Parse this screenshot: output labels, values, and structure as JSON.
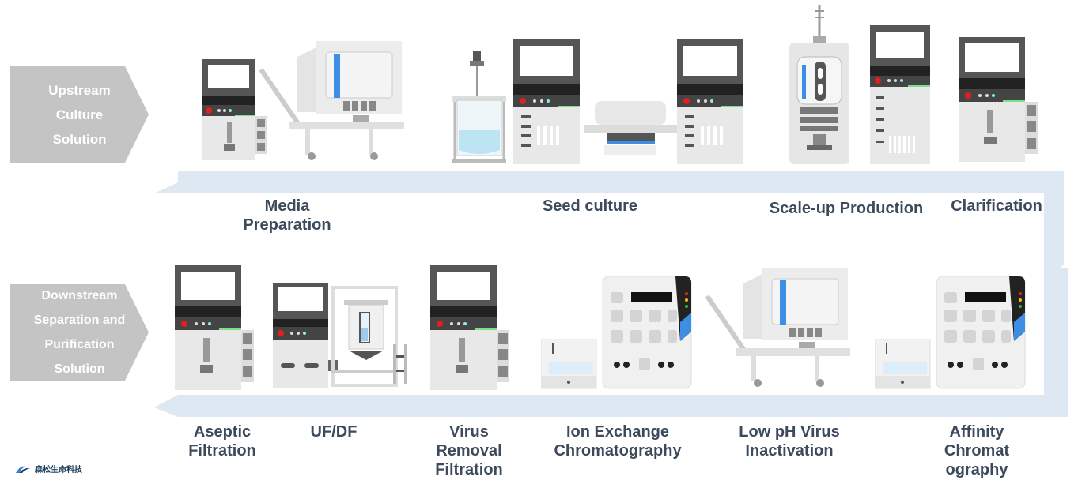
{
  "phases": {
    "upstream": "Upstream\nCulture\nSolution",
    "downstream": "Downstream\nSeparation and\nPurification\nSolution"
  },
  "steps_top": {
    "media": "Media\nPreparation",
    "seed": "Seed culture",
    "scaleup": "Scale-up Production",
    "clarification": "Clarification"
  },
  "steps_bottom": {
    "aseptic": "Aseptic\nFiltration",
    "ufdf": "UF/DF",
    "virus": "Virus\nRemoval\nFiltration",
    "ion": "Ion Exchange\nChromatography",
    "lowph": "Low pH Virus\nInactivation",
    "affinity": "Affinity\nChromat\nography"
  },
  "logo": {
    "text": "森松生命科技"
  },
  "colors": {
    "arrow": "#dde8f2",
    "chevron": "#c4c4c4",
    "label": "#3c4a5c",
    "accent_blue": "#3d8fe6",
    "accent_red": "#e02020",
    "panel_dark": "#3a3a3a"
  }
}
